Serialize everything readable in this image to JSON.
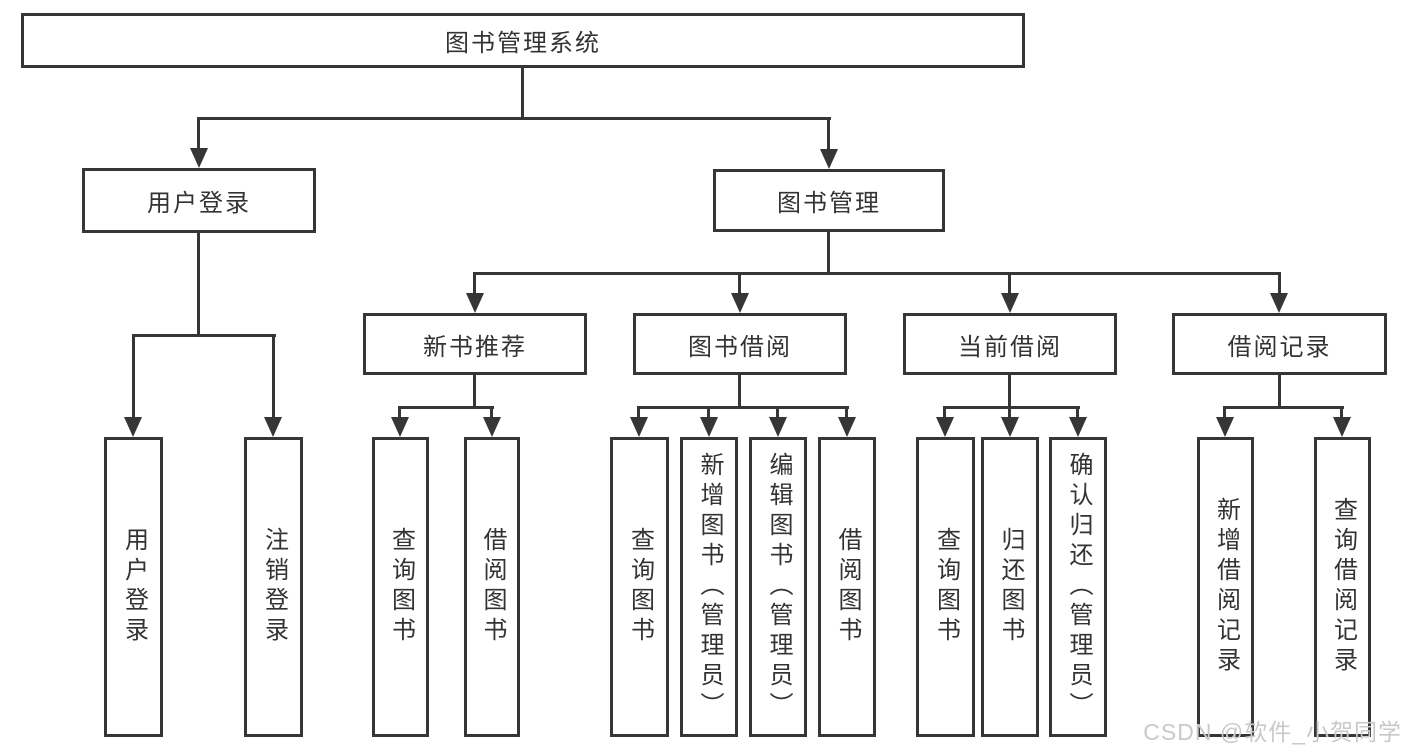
{
  "colors": {
    "line": "#363636",
    "box_border": "#363636",
    "text": "#333333",
    "background": "#ffffff",
    "watermark": "#c9c9c9"
  },
  "watermark": {
    "text": "CSDN @软件_小贺同学"
  },
  "tree": {
    "label": "图书管理系统",
    "children": [
      {
        "label": "用户登录",
        "children": [
          {
            "label": "用户登录"
          },
          {
            "label": "注销登录"
          }
        ]
      },
      {
        "label": "图书管理",
        "children": [
          {
            "label": "新书推荐",
            "children": [
              {
                "label": "查询图书"
              },
              {
                "label": "借阅图书"
              }
            ]
          },
          {
            "label": "图书借阅",
            "children": [
              {
                "label": "查询图书"
              },
              {
                "label": "新增图书（管理员）"
              },
              {
                "label": "编辑图书（管理员）"
              },
              {
                "label": "借阅图书"
              }
            ]
          },
          {
            "label": "当前借阅",
            "children": [
              {
                "label": "查询图书"
              },
              {
                "label": "归还图书"
              },
              {
                "label": "确认归还（管理员）"
              }
            ]
          },
          {
            "label": "借阅记录",
            "children": [
              {
                "label": "新增借阅记录"
              },
              {
                "label": "查询借阅记录"
              }
            ]
          }
        ]
      }
    ]
  }
}
